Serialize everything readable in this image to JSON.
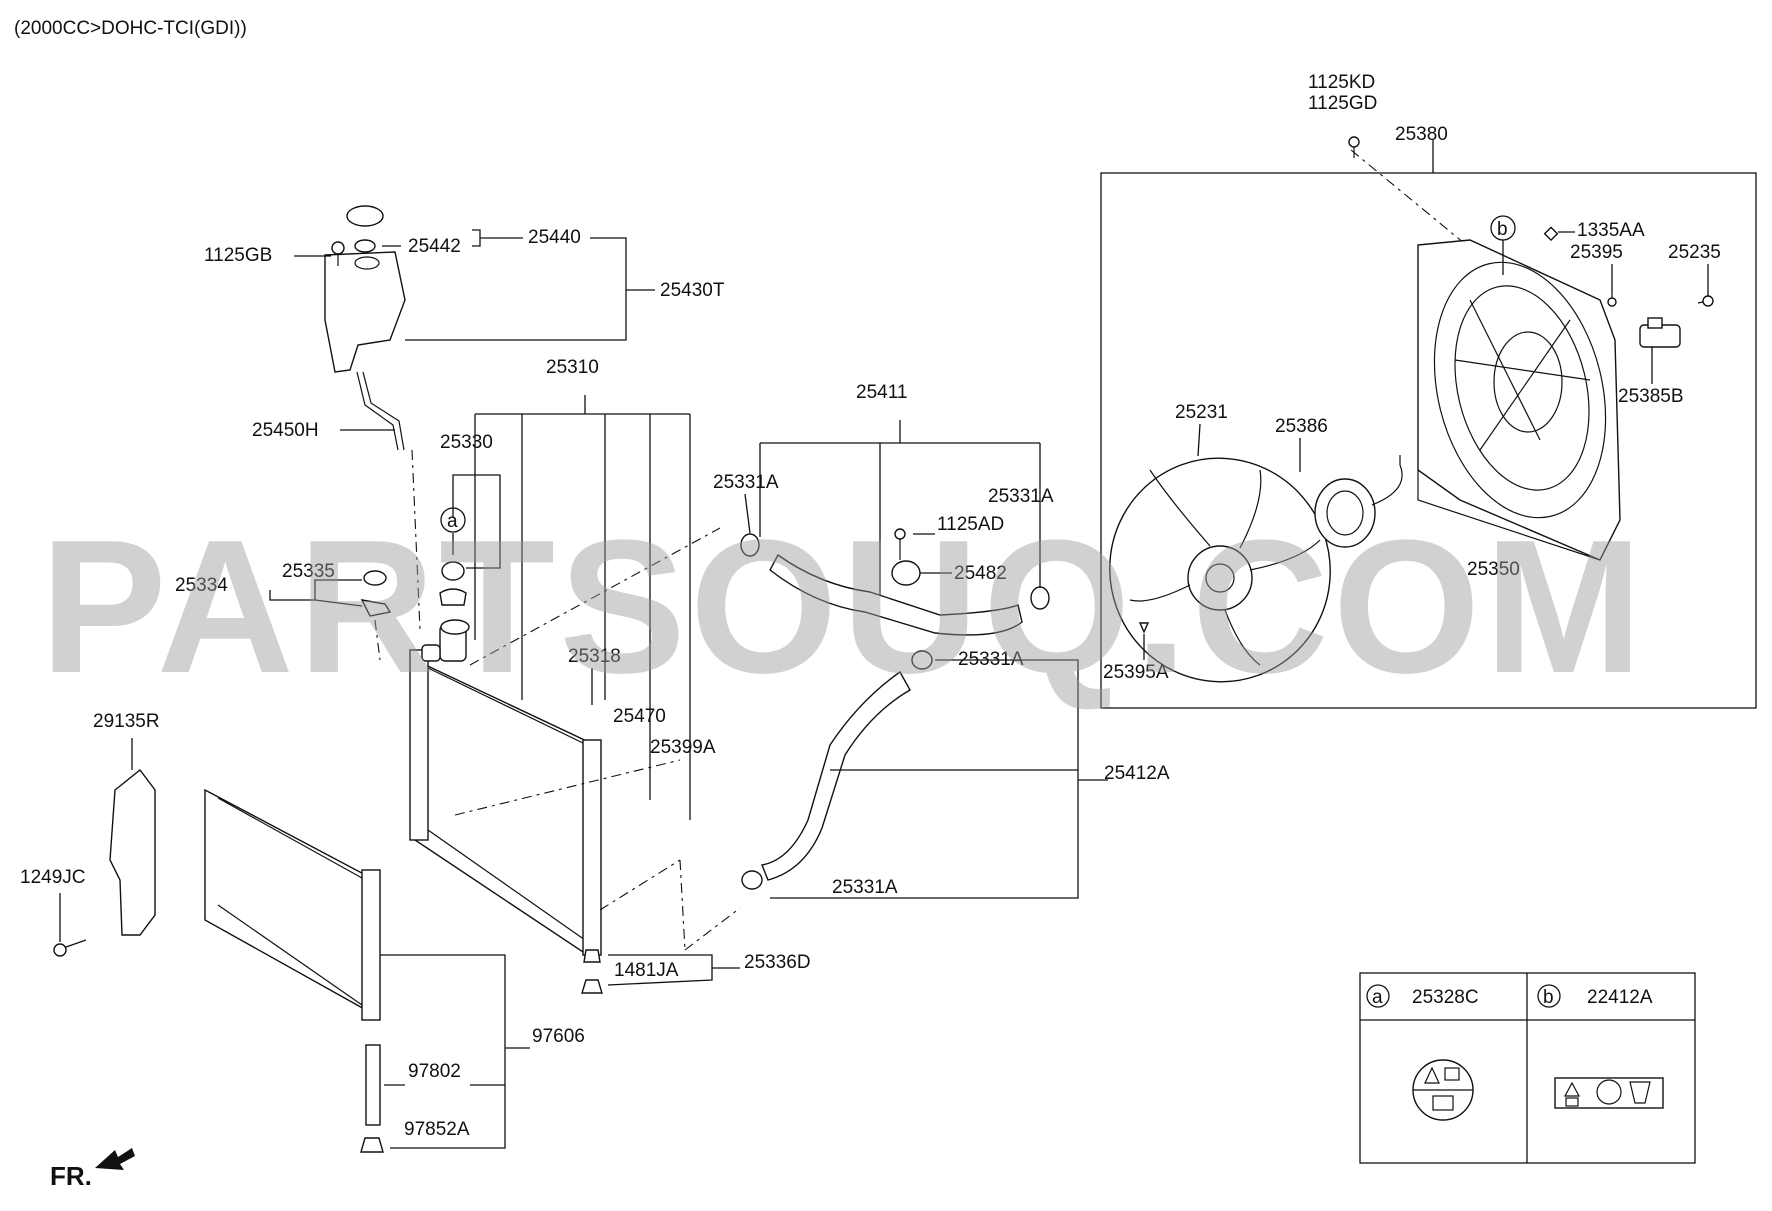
{
  "header": {
    "engine_spec": "(2000CC>DOHC-TCI(GDI))"
  },
  "watermark": "PARTSOUQ.COM",
  "direction_label": "FR.",
  "legend": {
    "a": {
      "letter": "a",
      "part": "25328C"
    },
    "b": {
      "letter": "b",
      "part": "22412A"
    }
  },
  "callouts": {
    "c_1125KD": "1125KD",
    "c_1125GD": "1125GD",
    "c_25380": "25380",
    "c_b_marker": "b",
    "c_1335AA": "1335AA",
    "c_25395": "25395",
    "c_25235": "25235",
    "c_25385B": "25385B",
    "c_25231": "25231",
    "c_25386": "25386",
    "c_25350": "25350",
    "c_25395A": "25395A",
    "c_1125GB": "1125GB",
    "c_25442": "25442",
    "c_25440": "25440",
    "c_25430T": "25430T",
    "c_25450H": "25450H",
    "c_25310": "25310",
    "c_25330": "25330",
    "c_a_marker": "a",
    "c_25334": "25334",
    "c_25335": "25335",
    "c_25411": "25411",
    "c_25331A_1": "25331A",
    "c_25331A_2": "25331A",
    "c_1125AD": "1125AD",
    "c_25482": "25482",
    "c_25331A_3": "25331A",
    "c_25318": "25318",
    "c_25470": "25470",
    "c_25399A": "25399A",
    "c_25412A": "25412A",
    "c_25331A_4": "25331A",
    "c_29135R": "29135R",
    "c_1249JC": "1249JC",
    "c_1481JA": "1481JA",
    "c_25336D": "25336D",
    "c_97606": "97606",
    "c_97802": "97802",
    "c_97852A": "97852A"
  }
}
